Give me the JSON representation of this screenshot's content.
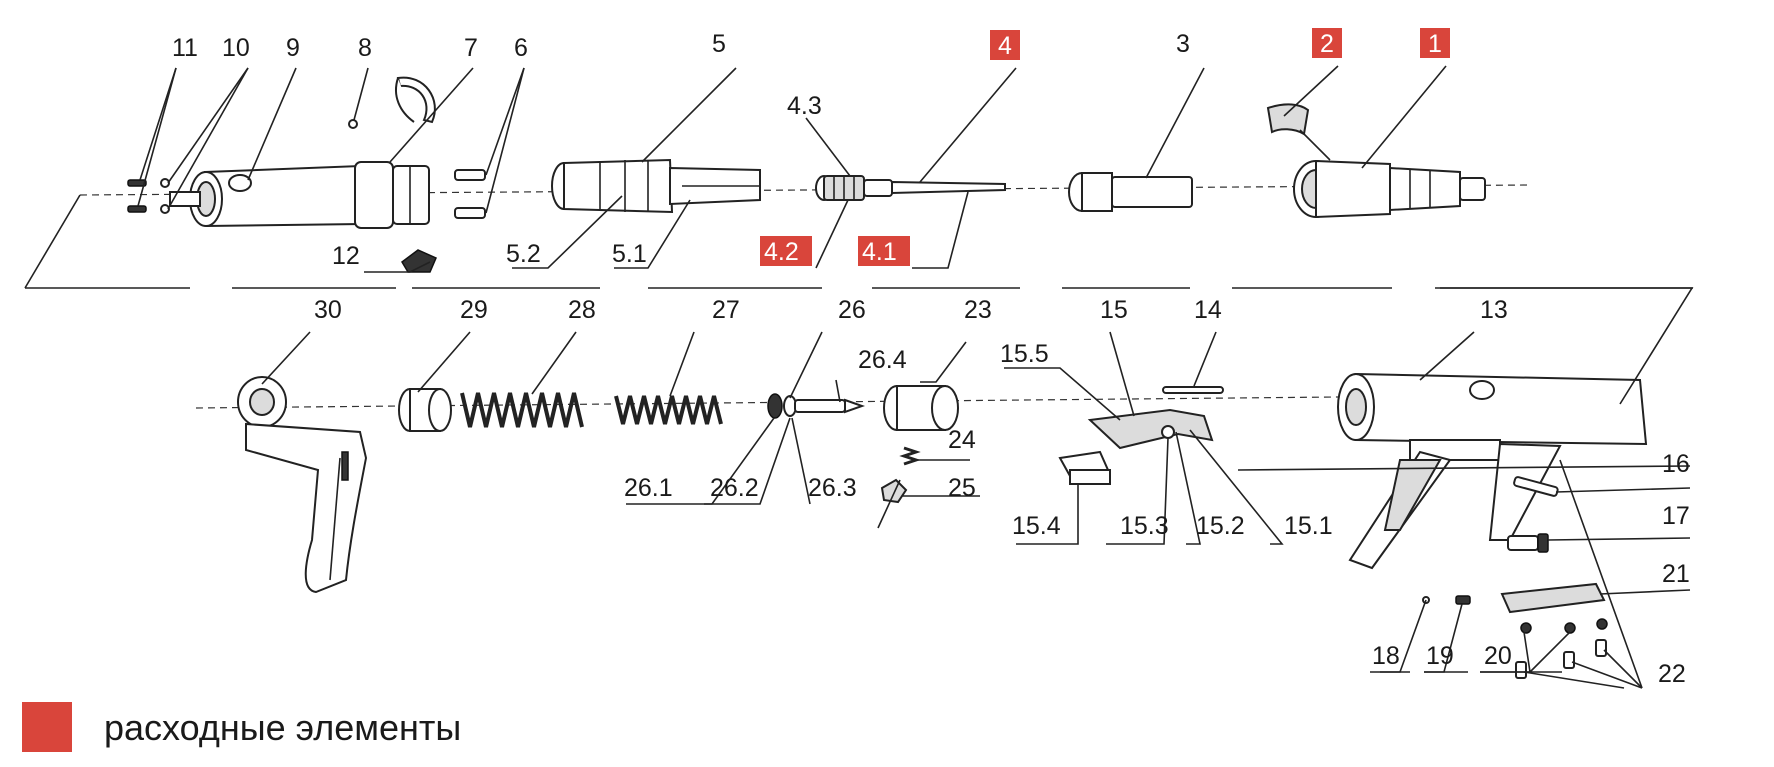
{
  "accent_color": "#d9453b",
  "legend": {
    "text": "расходные элементы"
  },
  "labels": {
    "p1": "1",
    "p2": "2",
    "p3": "3",
    "p4": "4",
    "p4_1": "4.1",
    "p4_2": "4.2",
    "p4_3": "4.3",
    "p5": "5",
    "p5_1": "5.1",
    "p5_2": "5.2",
    "p6": "6",
    "p7": "7",
    "p8": "8",
    "p9": "9",
    "p10": "10",
    "p11": "11",
    "p12": "12",
    "p13": "13",
    "p14": "14",
    "p15": "15",
    "p15_1": "15.1",
    "p15_2": "15.2",
    "p15_3": "15.3",
    "p15_4": "15.4",
    "p15_5": "15.5",
    "p16": "16",
    "p17": "17",
    "p18": "18",
    "p19": "19",
    "p20": "20",
    "p21": "21",
    "p22": "22",
    "p23": "23",
    "p24": "24",
    "p25": "25",
    "p26": "26",
    "p26_1": "26.1",
    "p26_2": "26.2",
    "p26_3": "26.3",
    "p26_4": "26.4",
    "p27": "27",
    "p28": "28",
    "p29": "29",
    "p30": "30"
  }
}
